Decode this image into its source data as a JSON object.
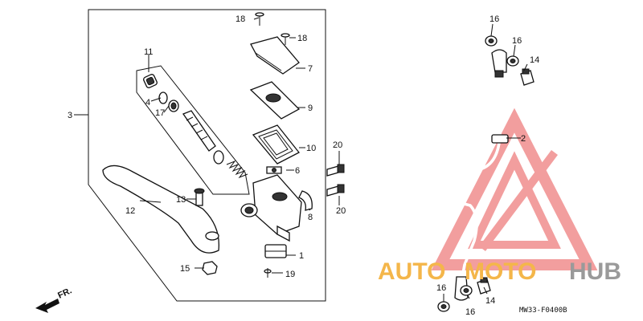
{
  "callouts": {
    "c1": "1",
    "c2": "2",
    "c3": "3",
    "c4": "4",
    "c6": "6",
    "c7": "7",
    "c8": "8",
    "c9": "9",
    "c10": "10",
    "c11": "11",
    "c12": "12",
    "c13": "13",
    "c14a": "14",
    "c14b": "14",
    "c15": "15",
    "c16a": "16",
    "c16b": "16",
    "c16c": "16",
    "c16d": "16",
    "c17": "17",
    "c18a": "18",
    "c18b": "18",
    "c19": "19",
    "c20a": "20",
    "c20b": "20"
  },
  "diagram_code": "MW33-F0400B",
  "direction_label": "FR.",
  "watermark": {
    "part1": "AUTO",
    "part2": "MOTO",
    "part3": "HUB",
    "colors": {
      "orange": "#f4b64a",
      "gray": "#9a9a9a",
      "red": "#e85050"
    }
  }
}
